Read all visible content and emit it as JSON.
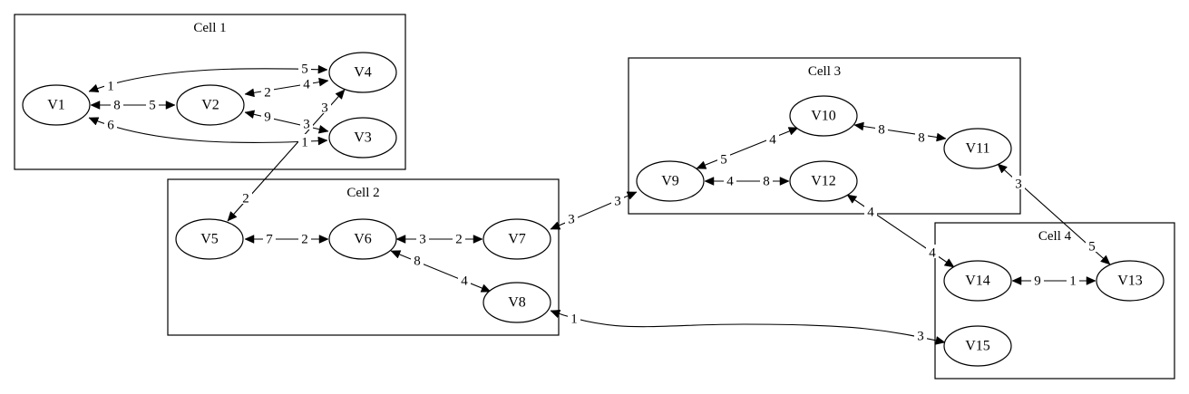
{
  "clusters": [
    {
      "id": "c1",
      "label": "Cell 1"
    },
    {
      "id": "c2",
      "label": "Cell 2"
    },
    {
      "id": "c3",
      "label": "Cell 3"
    },
    {
      "id": "c4",
      "label": "Cell 4"
    }
  ],
  "nodes": [
    {
      "id": "V1",
      "label": "V1"
    },
    {
      "id": "V2",
      "label": "V2"
    },
    {
      "id": "V3",
      "label": "V3"
    },
    {
      "id": "V4",
      "label": "V4"
    },
    {
      "id": "V5",
      "label": "V5"
    },
    {
      "id": "V6",
      "label": "V6"
    },
    {
      "id": "V7",
      "label": "V7"
    },
    {
      "id": "V8",
      "label": "V8"
    },
    {
      "id": "V9",
      "label": "V9"
    },
    {
      "id": "V10",
      "label": "V10"
    },
    {
      "id": "V11",
      "label": "V11"
    },
    {
      "id": "V12",
      "label": "V12"
    },
    {
      "id": "V13",
      "label": "V13"
    },
    {
      "id": "V14",
      "label": "V14"
    },
    {
      "id": "V15",
      "label": "V15"
    }
  ],
  "edges": [
    {
      "id": "e1",
      "from": "V1",
      "to": "V4",
      "from_label": "1",
      "to_label": "5"
    },
    {
      "id": "e2",
      "from": "V1",
      "to": "V2",
      "from_label": "8",
      "to_label": "5"
    },
    {
      "id": "e3",
      "from": "V1",
      "to": "V3",
      "from_label": "6",
      "to_label": "1"
    },
    {
      "id": "e4",
      "from": "V2",
      "to": "V4",
      "from_label": "2",
      "to_label": "4"
    },
    {
      "id": "e5",
      "from": "V2",
      "to": "V3",
      "from_label": "9",
      "to_label": "3"
    },
    {
      "id": "e6",
      "from": "V4",
      "to": "V5",
      "from_label": "3",
      "to_label": "2"
    },
    {
      "id": "e7",
      "from": "V5",
      "to": "V6",
      "from_label": "7",
      "to_label": "2"
    },
    {
      "id": "e8",
      "from": "V6",
      "to": "V7",
      "from_label": "3",
      "to_label": "2"
    },
    {
      "id": "e9",
      "from": "V6",
      "to": "V8",
      "from_label": "8",
      "to_label": "4"
    },
    {
      "id": "e10",
      "from": "V7",
      "to": "V9",
      "from_label": "3",
      "to_label": "3"
    },
    {
      "id": "e11",
      "from": "V8",
      "to": "V15",
      "from_label": "1",
      "to_label": "3"
    },
    {
      "id": "e12",
      "from": "V9",
      "to": "V10",
      "from_label": "5",
      "to_label": "4"
    },
    {
      "id": "e13",
      "from": "V9",
      "to": "V12",
      "from_label": "4",
      "to_label": "8"
    },
    {
      "id": "e14",
      "from": "V10",
      "to": "V11",
      "from_label": "8",
      "to_label": "8"
    },
    {
      "id": "e15",
      "from": "V11",
      "to": "V13",
      "from_label": "3",
      "to_label": "5"
    },
    {
      "id": "e16",
      "from": "V12",
      "to": "V14",
      "from_label": "4",
      "to_label": "4"
    },
    {
      "id": "e17",
      "from": "V14",
      "to": "V13",
      "from_label": "9",
      "to_label": "1"
    }
  ]
}
